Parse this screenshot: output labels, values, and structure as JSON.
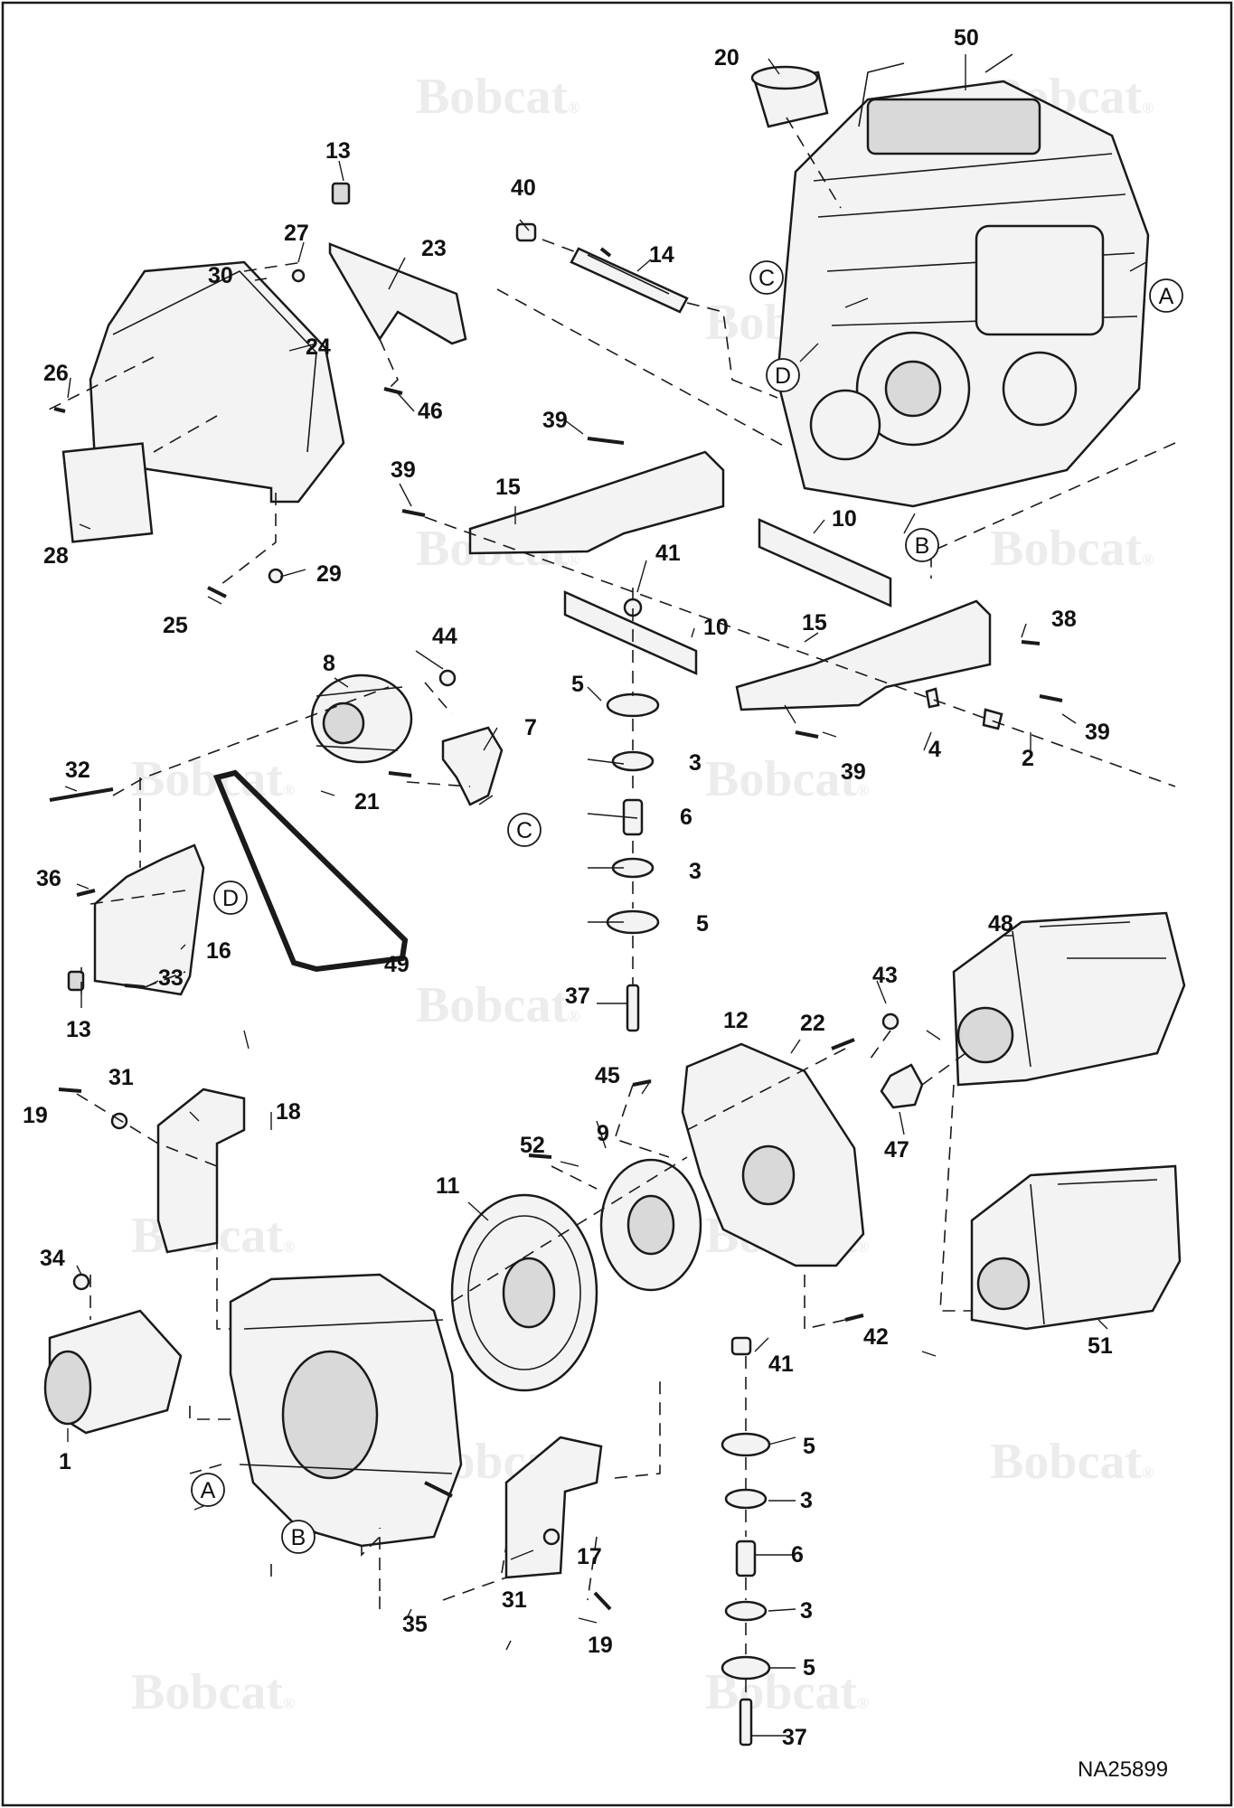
{
  "watermark": {
    "brand": "Bobcat",
    "mark": "®"
  },
  "figure_id": "NA25899",
  "reference_markers": [
    "A",
    "B",
    "C",
    "D"
  ],
  "callouts": {
    "n1": "1",
    "n2": "2",
    "n3": "3",
    "n4": "4",
    "n5": "5",
    "n6": "6",
    "n7": "7",
    "n8": "8",
    "n9": "9",
    "n10": "10",
    "n11": "11",
    "n12": "12",
    "n13": "13",
    "n14": "14",
    "n15": "15",
    "n16": "16",
    "n17": "17",
    "n18": "18",
    "n19": "19",
    "n20": "20",
    "n21": "21",
    "n22": "22",
    "n23": "23",
    "n24": "24",
    "n25": "25",
    "n26": "26",
    "n27": "27",
    "n28": "28",
    "n29": "29",
    "n30": "30",
    "n31": "31",
    "n32": "32",
    "n33": "33",
    "n34": "34",
    "n35": "35",
    "n36": "36",
    "n37": "37",
    "n38": "38",
    "n39": "39",
    "n40": "40",
    "n41": "41",
    "n42": "42",
    "n43": "43",
    "n44": "44",
    "n45": "45",
    "n46": "46",
    "n47": "47",
    "n48": "48",
    "n49": "49",
    "n50": "50",
    "n51": "51",
    "n52": "52"
  }
}
